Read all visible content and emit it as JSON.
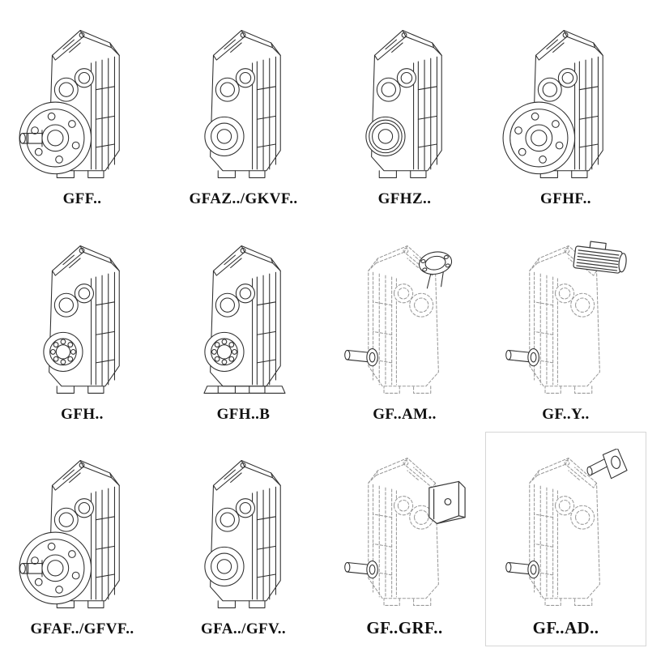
{
  "colors": {
    "line": "#2e2e2e",
    "ghost": "#9a9a9a",
    "paper": "#ffffff",
    "label": "#101010"
  },
  "catalog": {
    "cells": [
      {
        "label": "GFF..",
        "drawing": "flange-output-gearbox-drawing"
      },
      {
        "label": "GFAZ../GKVF..",
        "drawing": "hollow-shaft-gearbox-drawing"
      },
      {
        "label": "GFHZ..",
        "drawing": "hollow-shaft-gearbox-drawing"
      },
      {
        "label": "GFHF..",
        "drawing": "flange-hollow-shaft-gearbox-drawing"
      },
      {
        "label": "GFH..",
        "drawing": "foot-mounted-gearbox-drawing"
      },
      {
        "label": "GFH..B",
        "drawing": "foot-mounted-gearbox-baseplate-drawing"
      },
      {
        "label": "GF..AM..",
        "drawing": "gearbox-with-motor-adapter-flange-drawing"
      },
      {
        "label": "GF..Y..",
        "drawing": "gearbox-with-mounted-motor-drawing"
      },
      {
        "label": "GFAF../GFVF..",
        "drawing": "flange-output-gearbox-drawing"
      },
      {
        "label": "GFA../GFV..",
        "drawing": "solid-shaft-gearbox-drawing"
      },
      {
        "label": "GF..GRF..",
        "drawing": "gearbox-with-adapter-block-drawing"
      },
      {
        "label": "GF..AD..",
        "drawing": "gearbox-with-input-shaft-adapter-drawing"
      }
    ]
  }
}
